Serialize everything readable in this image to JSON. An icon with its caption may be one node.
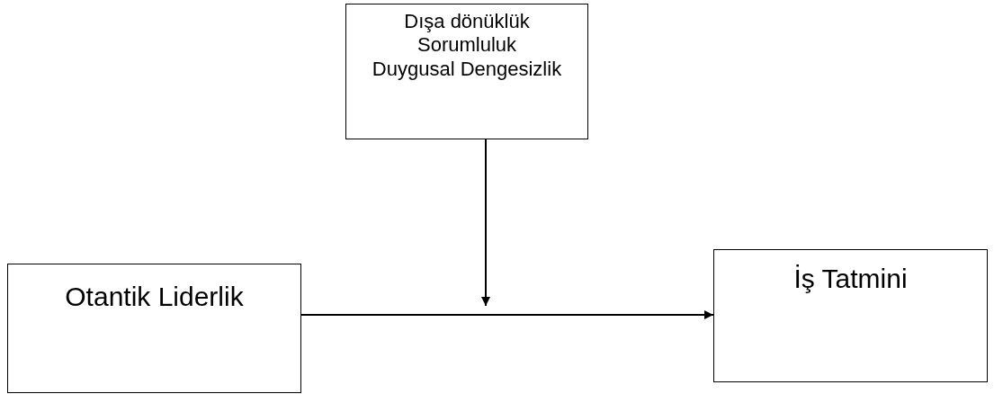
{
  "diagram": {
    "nodes": [
      {
        "text": [
          "Dışa dönüklük",
          "Sorumluluk",
          "Duygusal Dengesizlik"
        ]
      },
      {
        "text": [
          "Otantik Liderlik"
        ]
      },
      {
        "text": [
          "İş Tatmini"
        ]
      }
    ],
    "edges": [
      {
        "from": 1,
        "to": 2,
        "arrow": "to"
      },
      {
        "from": 0,
        "to": null,
        "arrow": "to"
      }
    ]
  }
}
